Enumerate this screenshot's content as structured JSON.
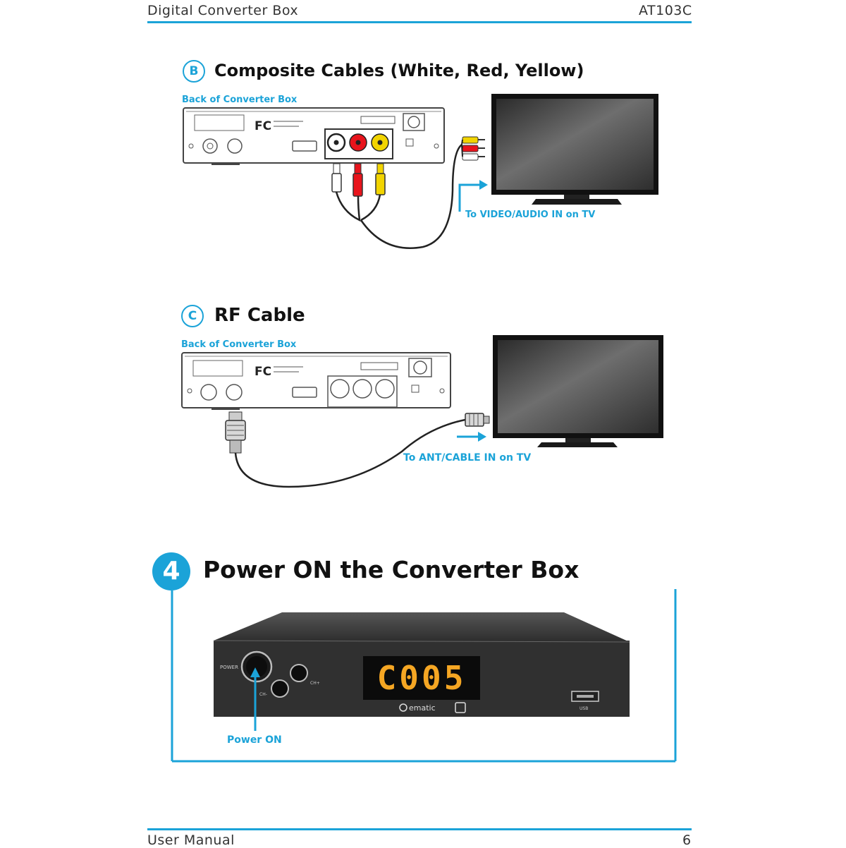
{
  "header": {
    "title": "Digital Converter Box",
    "model": "AT103C"
  },
  "footer": {
    "label": "User Manual",
    "page": "6"
  },
  "section_b": {
    "letter": "B",
    "title": "Composite Cables (White, Red, Yellow)",
    "box_label": "Back of Converter Box",
    "tv_caption": "To VIDEO/AUDIO IN on TV"
  },
  "section_c": {
    "letter": "C",
    "title": "RF Cable",
    "box_label": "Back of Converter Box",
    "tv_caption": "To ANT/CABLE IN on TV"
  },
  "step4": {
    "number": "4",
    "title": "Power ON the Converter Box",
    "power_label": "Power ON",
    "display_text": "C005"
  },
  "colors": {
    "accent": "#1ba3d8",
    "cable_red": "#e8141c",
    "cable_yellow": "#f2d400",
    "display_orange": "#f5a623"
  },
  "icons": [
    "fcc-logo-icon",
    "composite-jack-icon",
    "rf-connector-icon",
    "tv-icon",
    "arrow-right-icon"
  ]
}
